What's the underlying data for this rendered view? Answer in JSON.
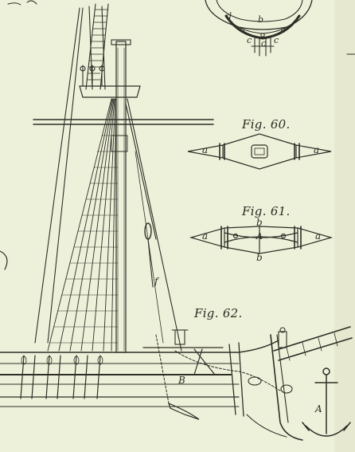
{
  "plate": {
    "figures": [
      {
        "id": "fig60",
        "label": "Fig. 60.",
        "letters": [
          "a",
          "a"
        ]
      },
      {
        "id": "fig61",
        "label": "Fig. 61.",
        "letters": [
          "a",
          "b",
          "A",
          "b",
          "a"
        ]
      },
      {
        "id": "fig62",
        "label": "Fig. 62.",
        "letters": [
          "f",
          "B",
          "A"
        ]
      }
    ],
    "top_detail_letters": [
      "d",
      "b",
      "c",
      "c",
      "c"
    ],
    "colors": {
      "paper": "#eef1da",
      "ink": "#2a2a22"
    }
  }
}
